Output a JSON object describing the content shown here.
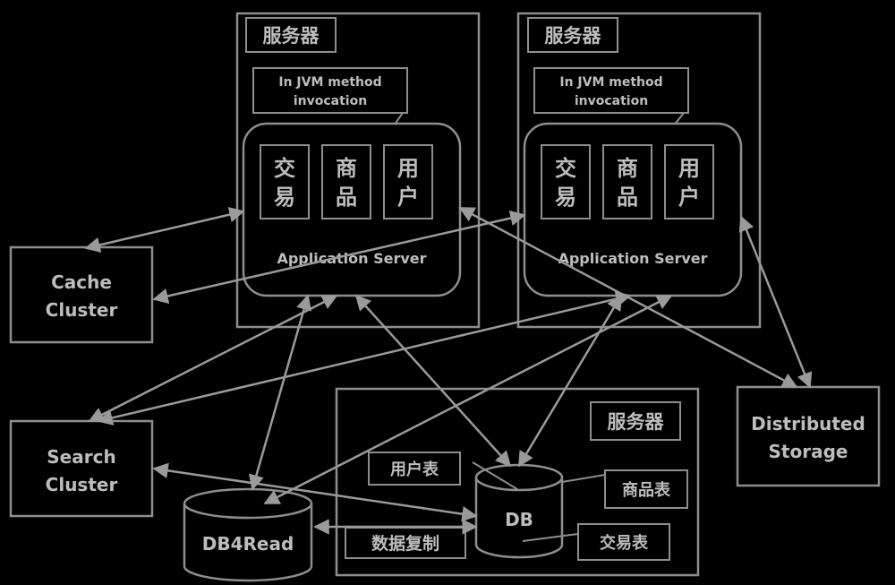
{
  "server_left": {
    "label": "服务器",
    "jvm_line1": "In JVM method",
    "jvm_line2": "invocation",
    "modules": [
      {
        "c1": "交",
        "c2": "易"
      },
      {
        "c1": "商",
        "c2": "品"
      },
      {
        "c1": "用",
        "c2": "户"
      }
    ],
    "app_server": "Application Server"
  },
  "server_right": {
    "label": "服务器",
    "jvm_line1": "In JVM method",
    "jvm_line2": "invocation",
    "modules": [
      {
        "c1": "交",
        "c2": "易"
      },
      {
        "c1": "商",
        "c2": "品"
      },
      {
        "c1": "用",
        "c2": "户"
      }
    ],
    "app_server": "Application Server"
  },
  "cache_cluster": {
    "line1": "Cache",
    "line2": "Cluster"
  },
  "search_cluster": {
    "line1": "Search",
    "line2": "Cluster"
  },
  "distributed_storage": {
    "line1": "Distributed",
    "line2": "Storage"
  },
  "db_server": {
    "label": "服务器",
    "db": "DB",
    "tables": {
      "user": "用户表",
      "product": "商品表",
      "trade": "交易表"
    },
    "replication": "数据复制"
  },
  "db4read": "DB4Read"
}
